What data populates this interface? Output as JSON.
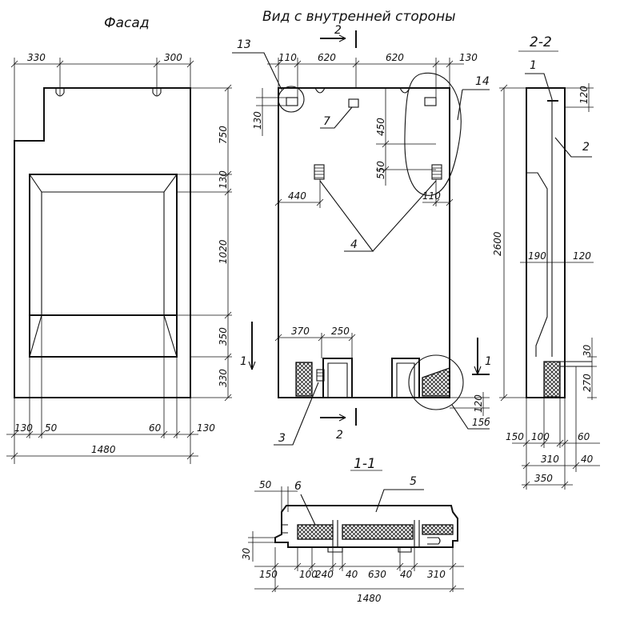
{
  "titles": {
    "facade": "Фасад",
    "inner_view": "Вид с внутренней стороны",
    "section_1_1": "1-1",
    "section_2_2": "2-2"
  },
  "facade_dims": {
    "top_left": "330",
    "top_right": "300",
    "right_1": "750",
    "right_2": "130",
    "right_3": "1020",
    "right_4": "350",
    "right_5": "330",
    "bottom_1": "130",
    "bottom_2": "50",
    "bottom_3": "60",
    "bottom_4": "130",
    "total": "1480"
  },
  "inner_dims": {
    "top_1": "110",
    "top_2": "620",
    "top_3": "620",
    "top_4": "130",
    "left_130": "130",
    "v_450": "450",
    "v_550": "550",
    "h_440": "440",
    "h_110": "110",
    "b_370": "370",
    "b_250": "250",
    "v_120": "120",
    "label_13": "13",
    "label_14": "14",
    "label_7": "7",
    "label_4": "4",
    "label_3": "3",
    "label_15b": "15б",
    "cut_1": "1",
    "cut_2": "2"
  },
  "section22_dims": {
    "label_1": "1",
    "label_2": "2",
    "v_120": "120",
    "h_190": "190",
    "h_120": "120",
    "height": "2600",
    "v_30": "30",
    "v_270": "270",
    "b_150": "150",
    "b_100": "100",
    "b_60": "60",
    "b_310": "310",
    "b_40": "40",
    "b_350": "350"
  },
  "section11_dims": {
    "top_50": "50",
    "label_6": "6",
    "label_5": "5",
    "left_30": "30",
    "b_150": "150",
    "b_100": "100",
    "b_240": "240",
    "b_40a": "40",
    "b_630": "630",
    "b_40b": "40",
    "b_310": "310",
    "total": "1480"
  }
}
